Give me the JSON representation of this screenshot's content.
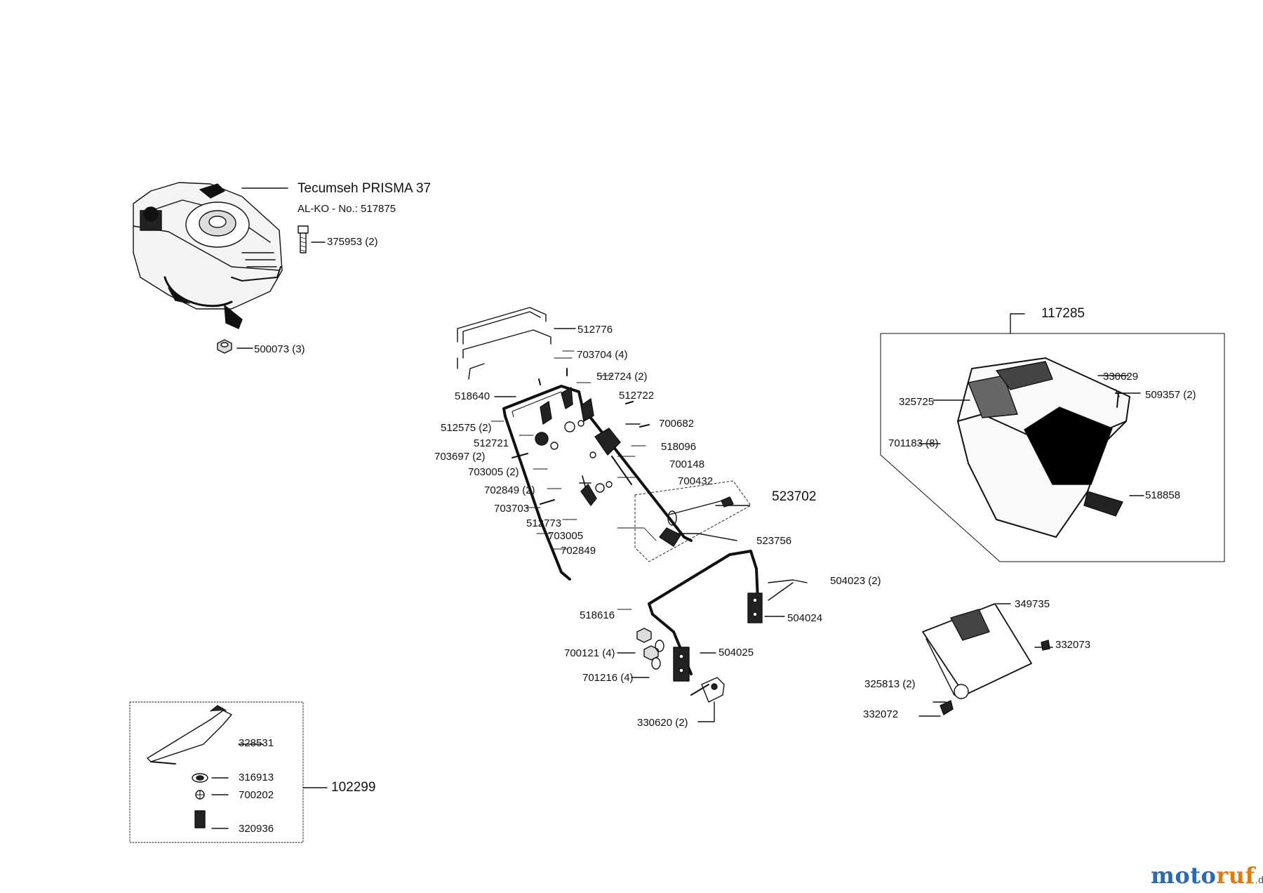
{
  "engine": {
    "title": "Tecumseh PRISMA 37",
    "alko_no": "AL-KO - No.: 517875"
  },
  "groups": {
    "blade_kit": "102299",
    "handle_kit": "523702",
    "grass_box": "117285"
  },
  "parts": {
    "p375953": "375953 (2)",
    "p500073": "500073 (3)",
    "p512776": "512776",
    "p703704": "703704 (4)",
    "p512724": "512724 (2)",
    "p518640": "518640",
    "p512722": "512722",
    "p512575": "512575 (2)",
    "p700682": "700682",
    "p512721": "512721",
    "p518096": "518096",
    "p703697": "703697 (2)",
    "p700148": "700148",
    "p703005a": "703005 (2)",
    "p700432": "700432",
    "p702849a": "702849 (2)",
    "p703703": "703703",
    "p512773": "512773",
    "p523756": "523756",
    "p703005b": "703005",
    "p702849b": "702849",
    "p504023": "504023 (2)",
    "p518616": "518616",
    "p504024": "504024",
    "p700121": "700121 (4)",
    "p504025": "504025",
    "p701216": "701216 (4)",
    "p330620": "330620 (2)",
    "p330629": "330629",
    "p325725": "325725",
    "p509357": "509357 (2)",
    "p701183": "701183 (8)",
    "p518858": "518858",
    "p349735": "349735",
    "p332073": "332073",
    "p325813": "325813 (2)",
    "p332072": "332072",
    "p328531": "328531",
    "p316913": "316913",
    "p700202": "700202",
    "p320936": "320936"
  },
  "watermark": {
    "brand_a": "moto",
    "brand_b": "ruf",
    "domain": ".de",
    "colors": {
      "a": "#2a6ab0",
      "b": "#e07a10"
    }
  }
}
